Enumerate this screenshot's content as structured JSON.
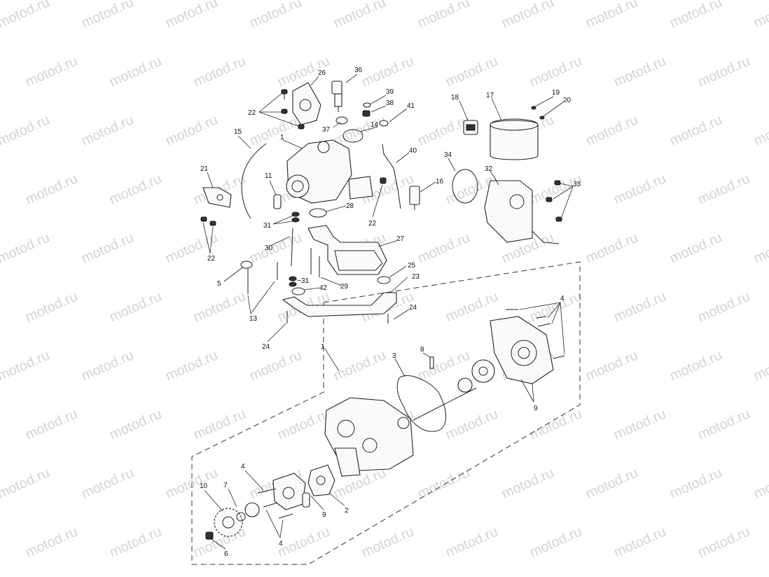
{
  "watermark": "motod.ru",
  "callouts": [
    {
      "id": "c26",
      "text": "26"
    },
    {
      "id": "c36",
      "text": "36"
    },
    {
      "id": "c39",
      "text": "39"
    },
    {
      "id": "c38",
      "text": "38"
    },
    {
      "id": "c41",
      "text": "41"
    },
    {
      "id": "c22a",
      "text": "22"
    },
    {
      "id": "c37",
      "text": "37"
    },
    {
      "id": "c14",
      "text": "14"
    },
    {
      "id": "c15",
      "text": "15"
    },
    {
      "id": "c1a",
      "text": "1"
    },
    {
      "id": "c21",
      "text": "21"
    },
    {
      "id": "c11",
      "text": "11"
    },
    {
      "id": "c28",
      "text": "28"
    },
    {
      "id": "c31a",
      "text": "31"
    },
    {
      "id": "c30",
      "text": "30"
    },
    {
      "id": "c22b",
      "text": "22"
    },
    {
      "id": "c5",
      "text": "5"
    },
    {
      "id": "c13",
      "text": "13"
    },
    {
      "id": "c31b",
      "text": "31"
    },
    {
      "id": "c42",
      "text": "42"
    },
    {
      "id": "c29",
      "text": "29"
    },
    {
      "id": "c27",
      "text": "27"
    },
    {
      "id": "c25",
      "text": "25"
    },
    {
      "id": "c23",
      "text": "23"
    },
    {
      "id": "c24a",
      "text": "24"
    },
    {
      "id": "c24b",
      "text": "24"
    },
    {
      "id": "c22c",
      "text": "22"
    },
    {
      "id": "c40",
      "text": "40"
    },
    {
      "id": "c16",
      "text": "16"
    },
    {
      "id": "c18",
      "text": "18"
    },
    {
      "id": "c17",
      "text": "17"
    },
    {
      "id": "c19",
      "text": "19"
    },
    {
      "id": "c20",
      "text": "20"
    },
    {
      "id": "c34",
      "text": "34"
    },
    {
      "id": "c32",
      "text": "32"
    },
    {
      "id": "c33",
      "text": "33"
    },
    {
      "id": "c1b",
      "text": "1"
    },
    {
      "id": "c3",
      "text": "3"
    },
    {
      "id": "c8",
      "text": "8"
    },
    {
      "id": "c4a",
      "text": "4"
    },
    {
      "id": "c9a",
      "text": "9"
    },
    {
      "id": "c4b",
      "text": "4"
    },
    {
      "id": "c10",
      "text": "10"
    },
    {
      "id": "c7",
      "text": "7"
    },
    {
      "id": "c4c",
      "text": "4"
    },
    {
      "id": "c9b",
      "text": "9"
    },
    {
      "id": "c2",
      "text": "2"
    },
    {
      "id": "c6",
      "text": "6"
    }
  ]
}
